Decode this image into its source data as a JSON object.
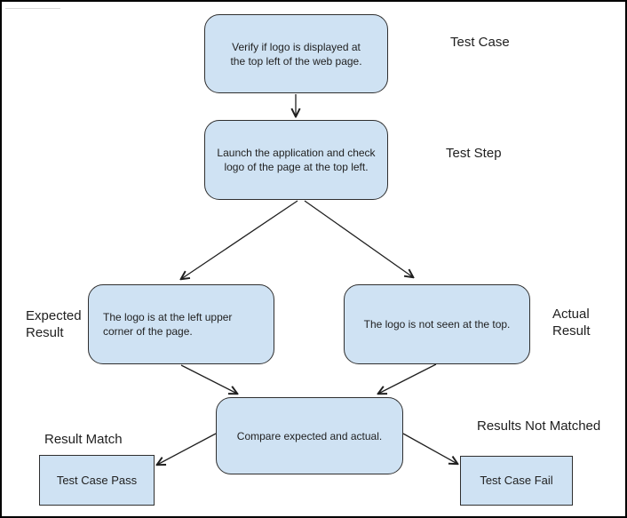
{
  "nodes": {
    "test_case": {
      "text": "Verify if logo is displayed at the top left of the web page."
    },
    "test_step": {
      "text": "Launch the application and check logo of the page at the top left."
    },
    "expected_result": {
      "text": "The logo is at the left upper corner of the page."
    },
    "actual_result": {
      "text": "The logo is not seen at the top."
    },
    "compare": {
      "text": "Compare expected and actual."
    },
    "pass": {
      "text": "Test Case Pass"
    },
    "fail": {
      "text": "Test Case Fail"
    }
  },
  "labels": {
    "test_case": "Test Case",
    "test_step": "Test Step",
    "expected_result": "Expected Result",
    "actual_result": "Actual Result",
    "result_match": "Result Match",
    "results_not_matched": "Results Not Matched"
  },
  "edges": [
    {
      "from": "test_case",
      "to": "test_step"
    },
    {
      "from": "test_step",
      "to": "expected_result"
    },
    {
      "from": "test_step",
      "to": "actual_result"
    },
    {
      "from": "expected_result",
      "to": "compare"
    },
    {
      "from": "actual_result",
      "to": "compare"
    },
    {
      "from": "compare",
      "to": "pass"
    },
    {
      "from": "compare",
      "to": "fail"
    }
  ],
  "colors": {
    "node_fill": "#cfe2f3",
    "node_border": "#2f2f2f",
    "text": "#1f1f1f",
    "arrow": "#1f1f1f",
    "frame": "#000000"
  }
}
